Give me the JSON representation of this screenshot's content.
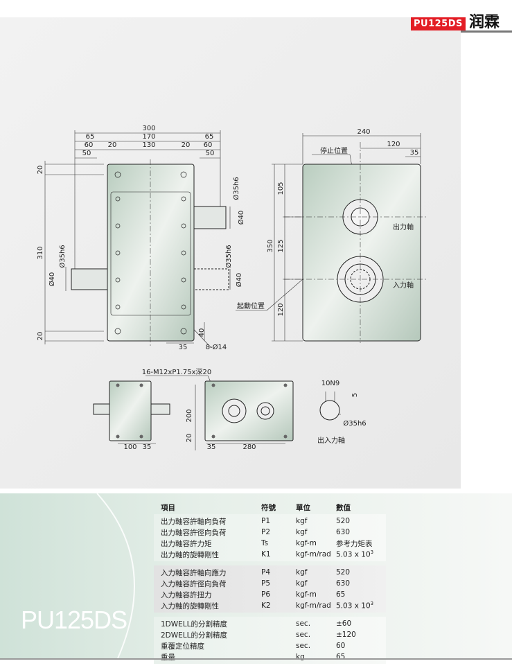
{
  "header": {
    "model_badge": "PU125DS",
    "brand_logo": "润霖"
  },
  "drawing": {
    "front": {
      "d300": "300",
      "d65a": "65",
      "d170": "170",
      "d65b": "65",
      "d60a": "60",
      "d20a": "20",
      "d130": "130",
      "d20b": "20",
      "d60b": "60",
      "d50a": "50",
      "d50b": "50",
      "v20a": "20",
      "v310": "310",
      "v20b": "20",
      "phi35_l": "Ø35h6",
      "phi40_l": "Ø40",
      "phi35_ru": "Ø35h6",
      "phi40_ru": "Ø40",
      "phi35_rl": "Ø35h6",
      "phi40_rl": "Ø40",
      "d40": "40",
      "d35": "35",
      "holes": "8-Ø14",
      "start_pos": "起動位置"
    },
    "side": {
      "d240": "240",
      "d120": "120",
      "d35": "35",
      "stop_pos": "停止位置",
      "v105": "105",
      "v350": "350",
      "v125": "125",
      "v120": "120",
      "output_shaft": "出力軸",
      "input_shaft": "入力軸"
    },
    "bottom": {
      "thread": "16-M12xP1.75x深20",
      "d100": "100",
      "d35a": "35",
      "v200": "200",
      "v20": "20",
      "d35b": "35",
      "d280": "280",
      "key": "10N9",
      "key_depth": "5",
      "shaft_dia": "Ø35h6",
      "shaft_label": "出入力軸"
    }
  },
  "model_name": "PU125DS",
  "table": {
    "headers": [
      "項目",
      "符號",
      "單位",
      "數值"
    ],
    "groups": [
      [
        [
          "出力軸容許軸向負荷",
          "P1",
          "kgf",
          "520"
        ],
        [
          "出力軸容許徑向負荷",
          "P2",
          "kgf",
          "630"
        ],
        [
          "出力軸容許力矩",
          "Ts",
          "kgf-m",
          "参考力矩表"
        ],
        [
          "出力軸的旋轉剛性",
          "K1",
          "kgf-m/rad",
          "5.03 x 10",
          "3"
        ]
      ],
      [
        [
          "入力軸容許軸向應力",
          "P4",
          "kgf",
          "520"
        ],
        [
          "入力軸容許徑向負荷",
          "P5",
          "kgf",
          "630"
        ],
        [
          "入力軸容許扭力",
          "P6",
          "kgf-m",
          "65"
        ],
        [
          "入力軸的旋轉剛性",
          "K2",
          "kgf-m/rad",
          "5.03 x 10",
          "3"
        ]
      ],
      [
        [
          "1DWELL的分割精度",
          "",
          "sec.",
          "±60"
        ],
        [
          "2DWELL的分割精度",
          "",
          "sec.",
          "±120"
        ],
        [
          "重覆定位精度",
          "",
          "sec.",
          "60"
        ],
        [
          "重量",
          "",
          "kg",
          "65"
        ]
      ]
    ]
  }
}
